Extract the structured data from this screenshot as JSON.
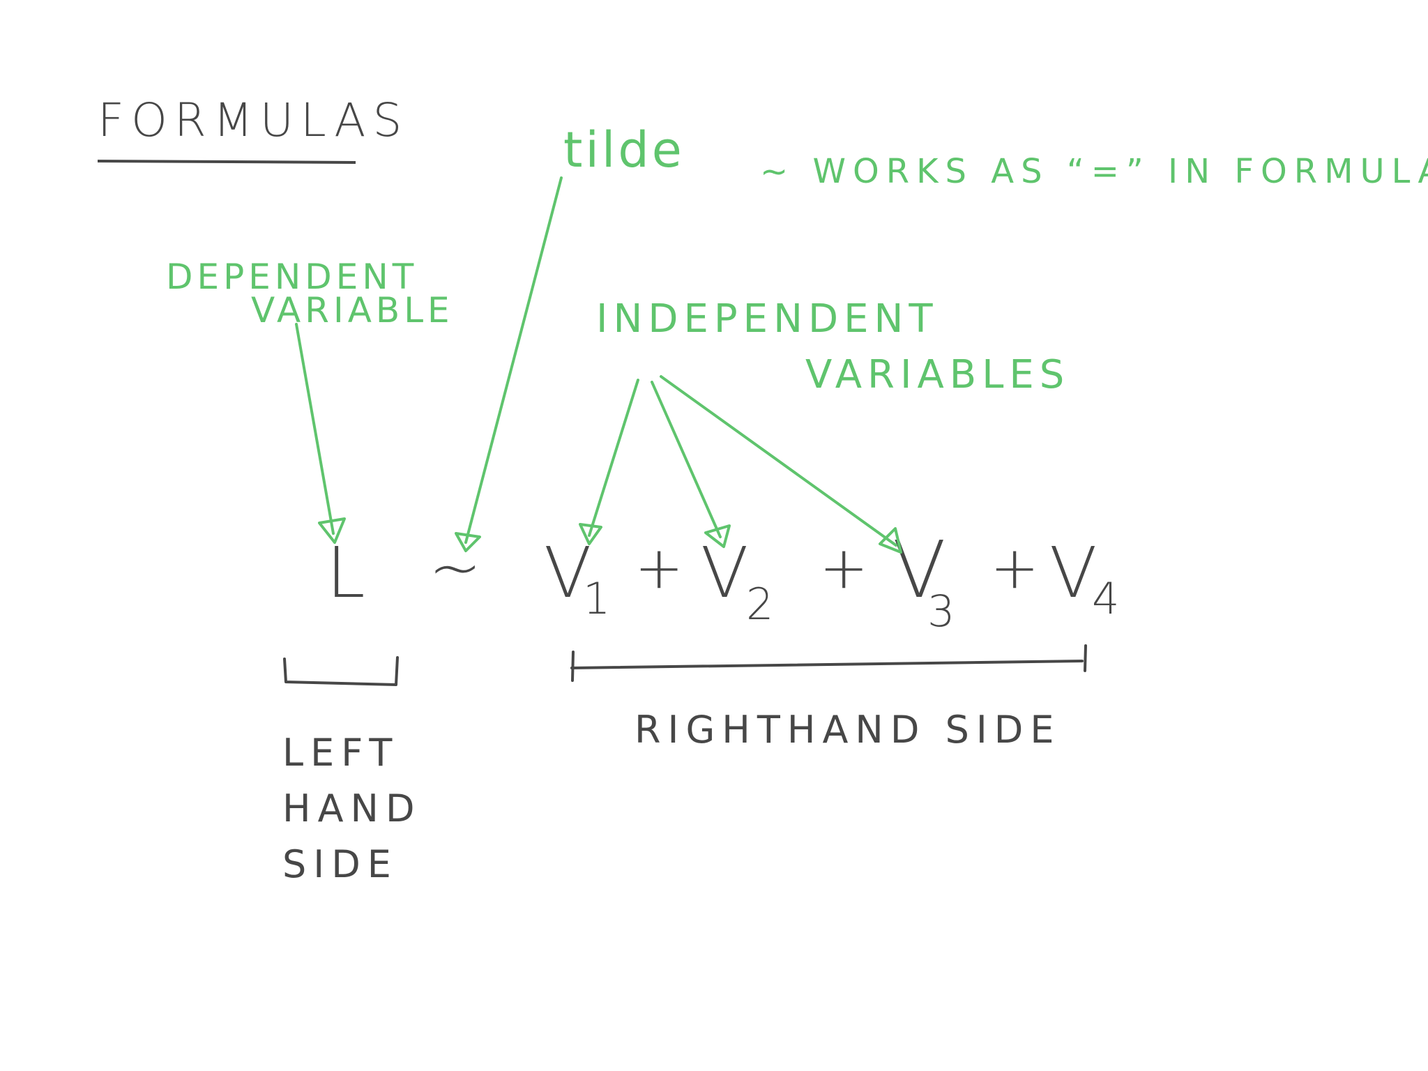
{
  "title": "FORMULAS",
  "annotations": {
    "tilde_word": "tilde",
    "tilde_note": "~ WORKS AS “=” IN FORMULA",
    "dependent_line1": "DEPENDENT",
    "dependent_line2": "VARIABLE",
    "independent_line1": "INDEPENDENT",
    "independent_line2": "VARIABLES"
  },
  "formula": {
    "lhs": "L",
    "tilde": "~",
    "v": "V",
    "plus": "+",
    "subscripts": [
      "1",
      "2",
      "3",
      "4"
    ]
  },
  "labels": {
    "left_hand_side": "LEFT\nHAND\nSIDE",
    "right_hand_side": "RIGHTHAND SIDE"
  },
  "colors": {
    "ink": "#474747",
    "annotation": "#5fc46d",
    "background": "#ffffff"
  }
}
